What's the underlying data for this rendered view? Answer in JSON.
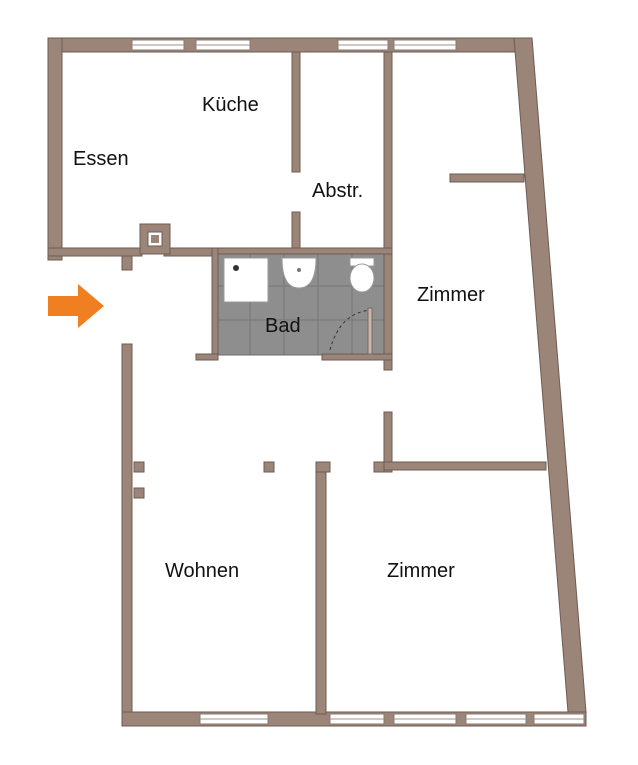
{
  "rooms": {
    "kitchen": "Küche",
    "dining": "Essen",
    "storage": "Abstr.",
    "bathroom": "Bad",
    "room_right_upper": "Zimmer",
    "living": "Wohnen",
    "room_right_lower": "Zimmer"
  },
  "colors": {
    "wall": "#9b8478",
    "bath_tile": "#8e8e8e",
    "entrance_arrow": "#f07f22"
  },
  "icons": {
    "entrance": "entrance-arrow-icon",
    "shower": "shower-tray-icon",
    "sink": "sink-icon",
    "toilet": "toilet-icon",
    "chimney": "chimney-icon"
  }
}
